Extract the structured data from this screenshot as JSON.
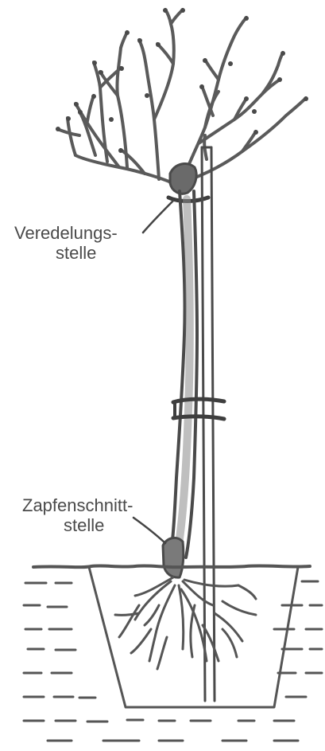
{
  "labels": {
    "graft_union_line1": "Veredelungs-",
    "graft_union_line2": "stelle",
    "stub_cut_line1": "Zapfenschnitt-",
    "stub_cut_line2": "stelle"
  },
  "colors": {
    "ink": "#5a5a5a",
    "trunk_fill": "#8a8a8a",
    "dark_ink": "#3e3e3e",
    "background": "#ffffff"
  }
}
